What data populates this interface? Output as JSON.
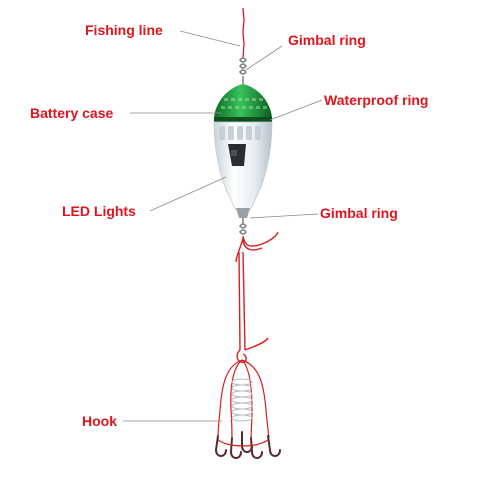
{
  "labels": {
    "fishing_line": "Fishing line",
    "gimbal_ring_top": "Gimbal ring",
    "battery_case": "Battery case",
    "waterproof_ring": "Waterproof ring",
    "led_lights": "LED Lights",
    "gimbal_ring_bottom": "Gimbal ring",
    "hook": "Hook"
  },
  "colors": {
    "label": "#e0141c",
    "line": "#d81e1e",
    "battery_cap": "#1f9a3c",
    "body": "#dfe6ec",
    "metal": "#9aa0a6",
    "leader": "#8a8a8a"
  }
}
